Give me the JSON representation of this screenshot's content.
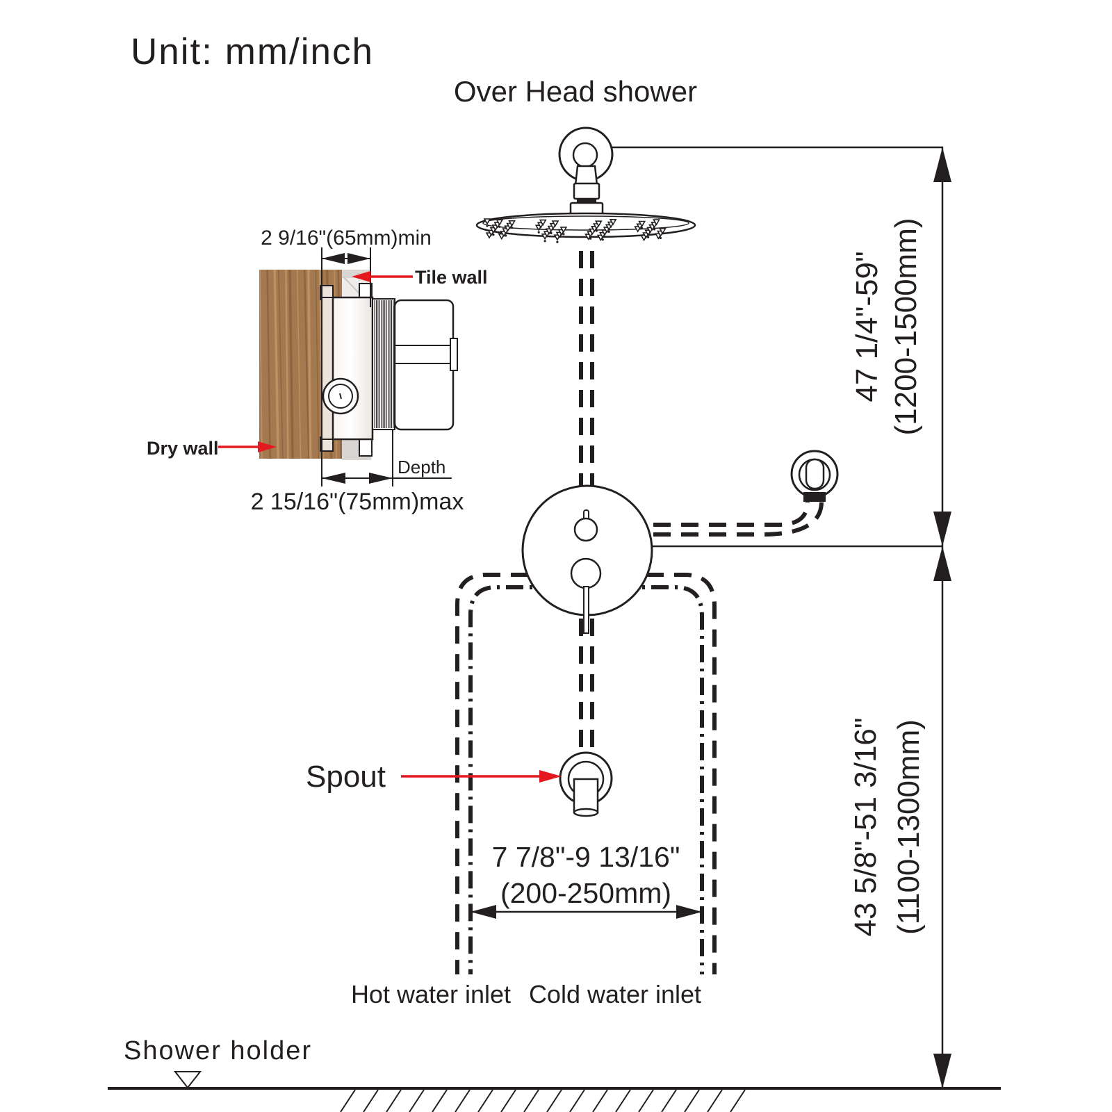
{
  "title": "Unit: mm/inch",
  "labels": {
    "overhead_shower": "Over Head shower",
    "tile_wall": "Tile wall",
    "dry_wall": "Dry wall",
    "depth": "Depth",
    "spout": "Spout",
    "hot_water_inlet": "Hot water inlet",
    "cold_water_inlet": "Cold water inlet",
    "shower_holder": "Shower holder"
  },
  "dimensions": {
    "wall_min": "2 9/16\"(65mm)min",
    "wall_max": "2 15/16\"(75mm)max",
    "height_upper_in": "47 1/4\"-59\"",
    "height_upper_mm": "(1200-1500mm)",
    "height_lower_in": "43 5/8\"-51 3/16\"",
    "height_lower_mm": "(1100-1300mm)",
    "inlet_span_in": "7 7/8\"-9 13/16\"",
    "inlet_span_mm": "(200-250mm)"
  },
  "colors": {
    "line": "#231f20",
    "red": "#e4191f",
    "blue": "#2ba7df",
    "wood": "#a5794f",
    "wood_dark": "#84603c",
    "wood_light": "#c39b69",
    "tile": "#d8d5d2",
    "tile_vein": "#bdbab7",
    "bracket": "#ece4da"
  }
}
